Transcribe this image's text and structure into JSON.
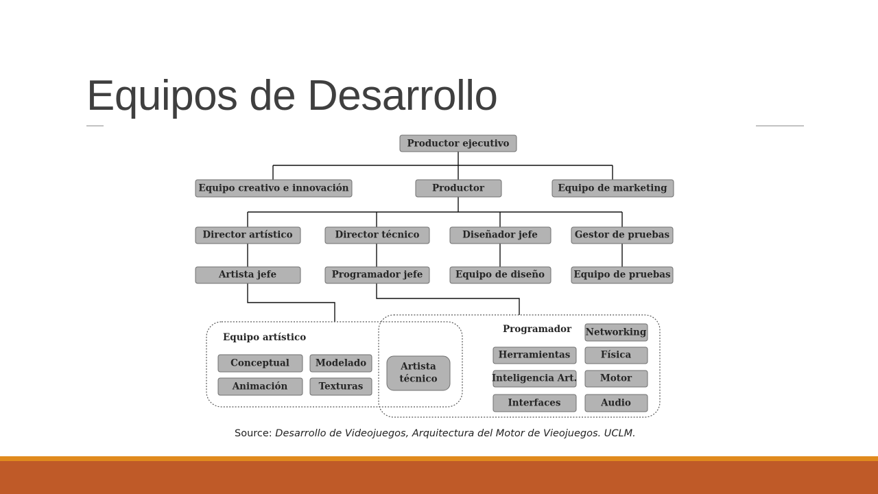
{
  "slide": {
    "title": "Equipos de Desarrollo",
    "source_label": "Source:",
    "source_text": "Desarrollo de Videojuegos, Arquitectura del Motor de Vieojuegos. UCLM."
  },
  "colors": {
    "title": "#3f3f3f",
    "node_fill": "#b3b3b3",
    "footer_accent": "#e08a1e",
    "footer": "#bf5a28"
  },
  "diagram": {
    "nodes": {
      "productor_ejecutivo": "Productor ejecutivo",
      "equipo_creativo": "Equipo creativo e innovación",
      "productor": "Productor",
      "equipo_marketing": "Equipo de marketing",
      "director_artistico": "Director artístico",
      "director_tecnico": "Director técnico",
      "disenador_jefe": "Diseñador jefe",
      "gestor_pruebas": "Gestor de pruebas",
      "artista_jefe": "Artista jefe",
      "programador_jefe": "Programador jefe",
      "equipo_diseno": "Equipo de diseño",
      "equipo_pruebas": "Equipo de pruebas",
      "conceptual": "Conceptual",
      "modelado": "Modelado",
      "animacion": "Animación",
      "texturas": "Texturas",
      "artista_tecnico_1": "Artista",
      "artista_tecnico_2": "técnico",
      "herramientas": "Herramientas",
      "inteligencia": "Inteligencia Art.",
      "interfaces": "Interfaces",
      "networking": "Networking",
      "fisica": "Física",
      "motor": "Motor",
      "audio": "Audio"
    },
    "groups": {
      "equipo_artistico": "Equipo artístico",
      "programador": "Programador"
    }
  }
}
